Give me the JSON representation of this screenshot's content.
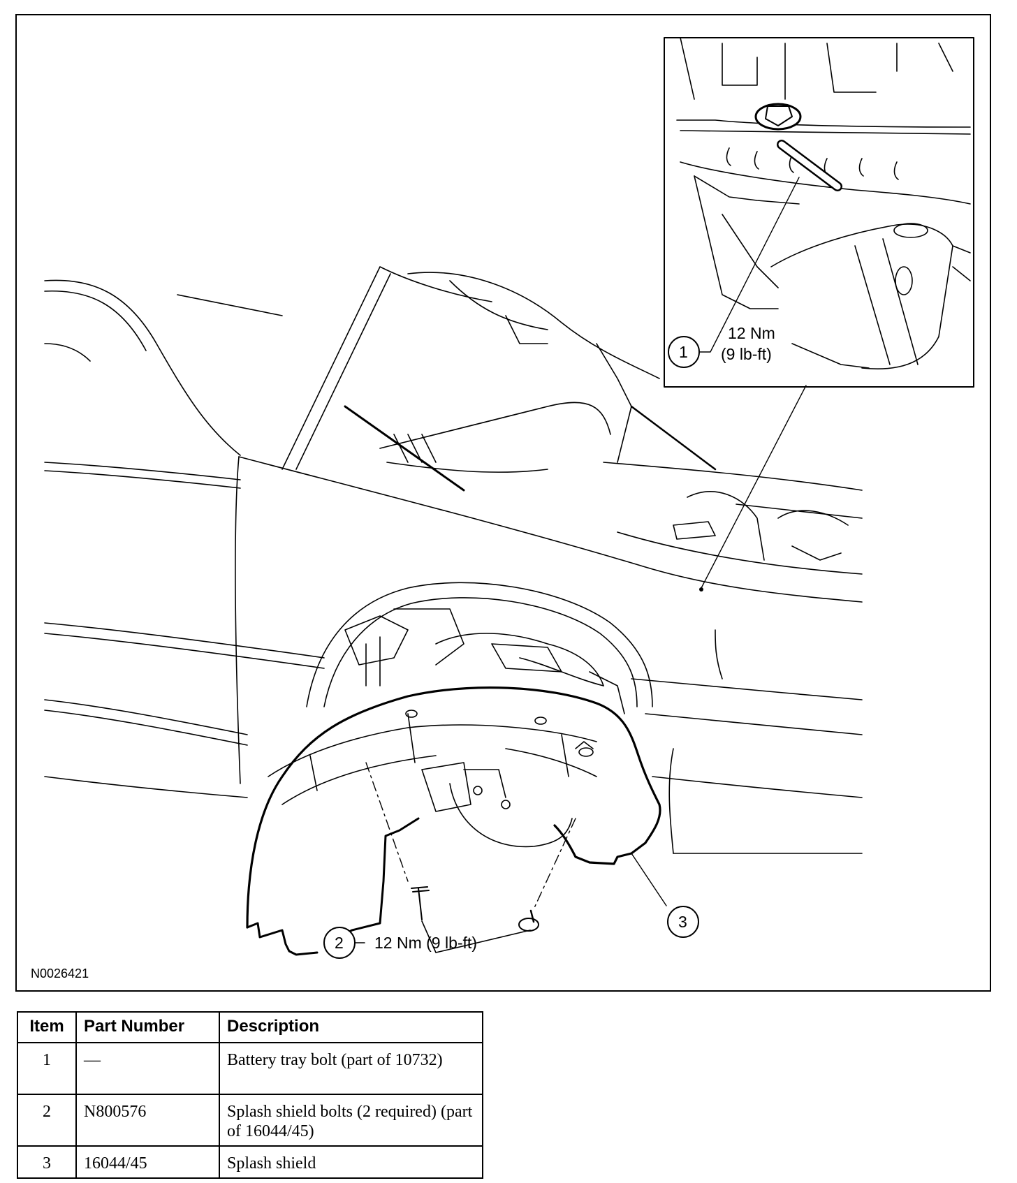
{
  "figure": {
    "id": "N0026421",
    "inset_callout": {
      "number": "1",
      "torque_line1": "12 Nm",
      "torque_line2": "(9 lb-ft)"
    },
    "bottom_callout": {
      "number": "2",
      "torque": "12 Nm (9 lb-ft)"
    },
    "splash_callout": {
      "number": "3"
    }
  },
  "table": {
    "headers": {
      "item": "Item",
      "part_number": "Part Number",
      "description": "Description"
    },
    "rows": [
      {
        "item": "1",
        "part_number": "—",
        "description": "Battery tray bolt (part of 10732)"
      },
      {
        "item": "2",
        "part_number": "N800576",
        "description": "Splash shield bolts (2 required) (part of 16044/45)"
      },
      {
        "item": "3",
        "part_number": "16044/45",
        "description": "Splash shield"
      }
    ]
  }
}
